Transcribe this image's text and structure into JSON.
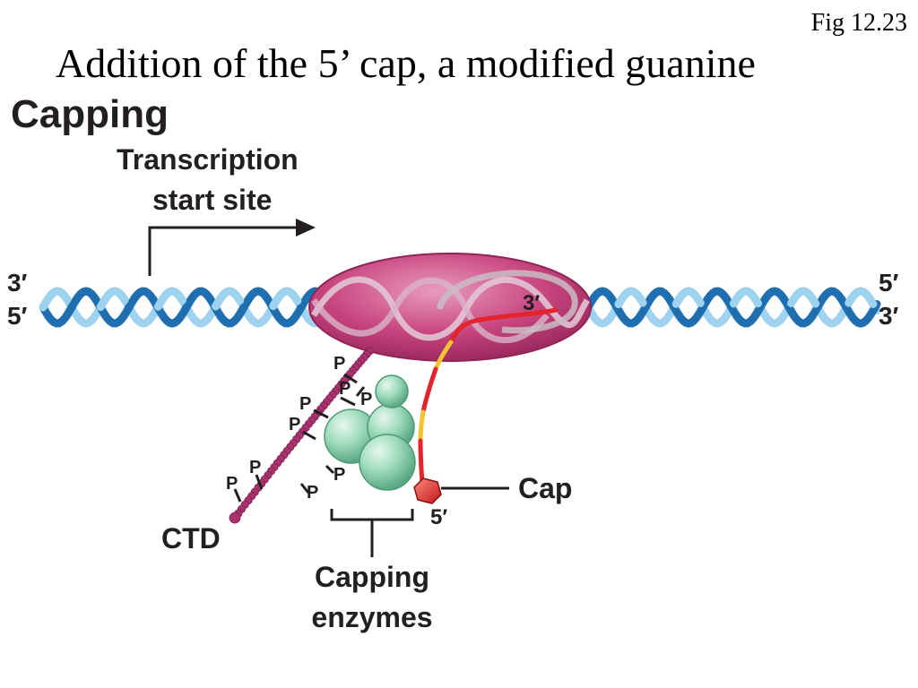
{
  "figure_label": "Fig 12.23",
  "title": "Addition of the 5’ cap, a modified guanine",
  "diagram": {
    "heading": "Capping",
    "tss_line1": "Transcription",
    "tss_line2": "start site",
    "left_top_end": "3′",
    "left_bottom_end": "5′",
    "right_top_end": "5′",
    "right_bottom_end": "3′",
    "rna_3prime": "3′",
    "rna_5prime": "5′",
    "cap_label": "Cap",
    "ctd_label": "CTD",
    "enzymes_line1": "Capping",
    "enzymes_line2": "enzymes",
    "phosphate": "P",
    "colors": {
      "polymerase": "#c8457f",
      "dna_dark": "#1f6fb0",
      "dna_light": "#9fd2ee",
      "enzyme": "#8fd3b0",
      "rna_red": "#e3242b",
      "rna_yellow": "#f4c430",
      "ctd": "#a8336e"
    }
  }
}
